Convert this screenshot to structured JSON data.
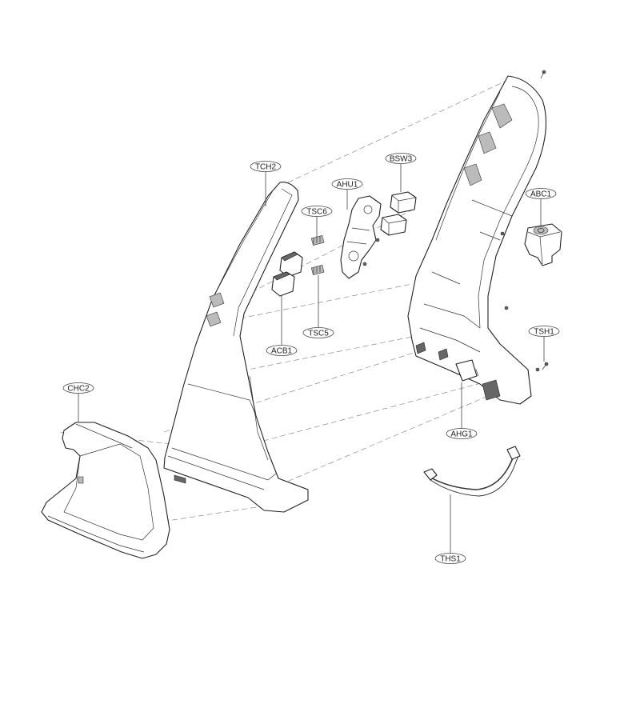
{
  "callouts": {
    "tch2": "TCH2",
    "ahu1": "AHU1",
    "bsw3": "BSW3",
    "tsc6": "TSC6",
    "tsc5": "TSC5",
    "acb1": "ACB1",
    "abc1": "ABC1",
    "tsh1": "TSH1",
    "ahg1": "AHG1",
    "chc2": "CHC2",
    "ths1": "THS1"
  }
}
